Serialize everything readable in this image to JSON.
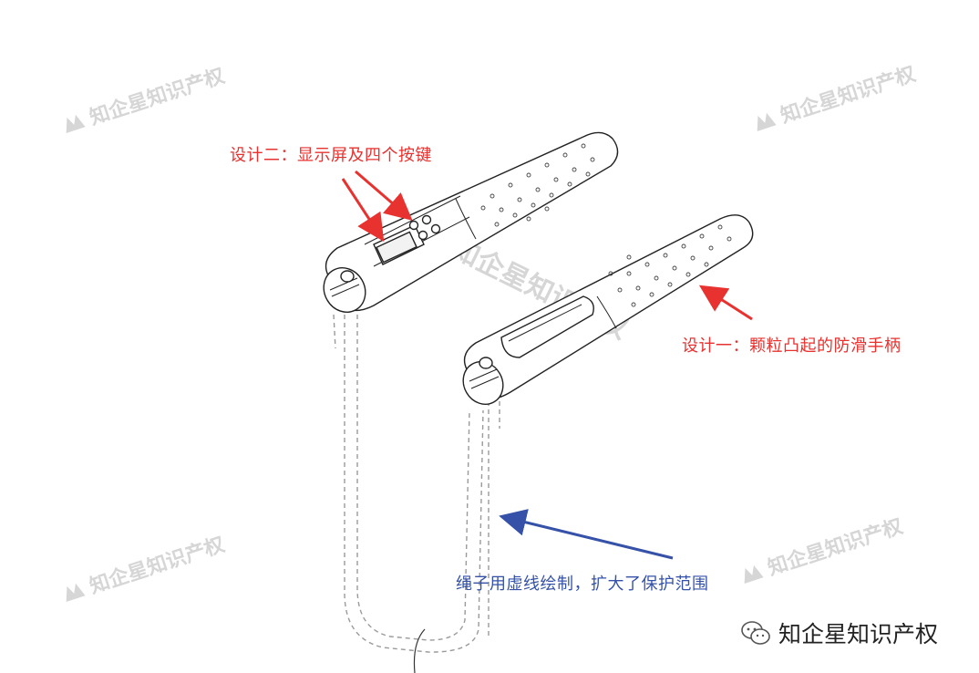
{
  "annotations": {
    "design_two": "设计二：显示屏及四个按键",
    "design_one": "设计一：颗粒凸起的防滑手柄",
    "rope_note": "绳子用虚线绘制，扩大了保护范围"
  },
  "watermark": {
    "text": "知企星知识产权"
  },
  "brand": {
    "name": "知企星知识产权",
    "icon": "wechat-icon"
  },
  "colors": {
    "annotation_red": "#e8322f",
    "annotation_blue": "#3552a8",
    "watermark_gray": "#d6d6d6"
  }
}
